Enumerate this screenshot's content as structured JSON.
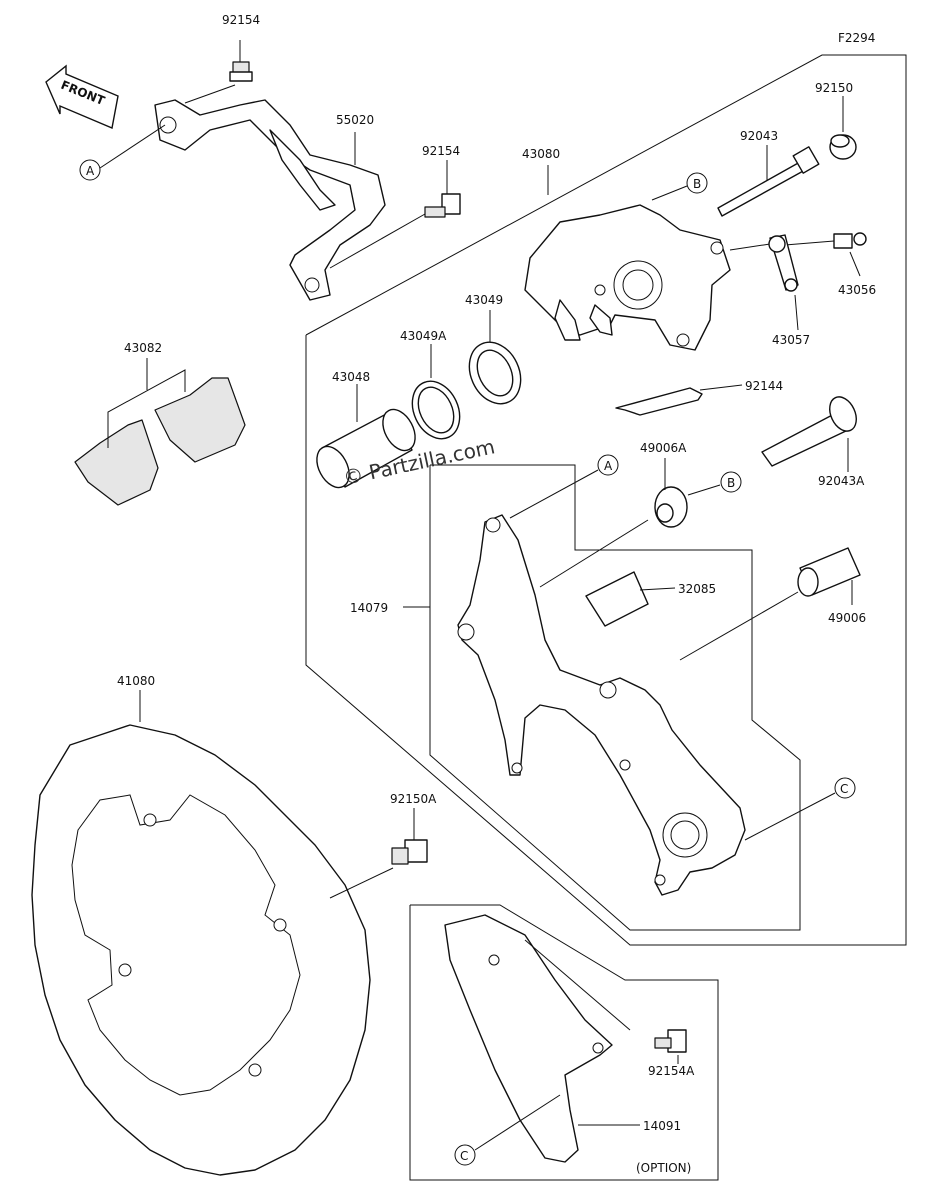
{
  "diagram_code": "F2294",
  "front_label": "FRONT",
  "watermark": "© Partzilla.com",
  "option_label": "(OPTION)",
  "ref_markers": {
    "a": "A",
    "b": "B",
    "c": "C"
  },
  "parts": {
    "p92154_top": "92154",
    "p55020": "55020",
    "p92154_mid": "92154",
    "p43080": "43080",
    "p92043": "92043",
    "p92150": "92150",
    "p43056": "43056",
    "p43057": "43057",
    "p43082": "43082",
    "p43049A": "43049A",
    "p43049": "43049",
    "p43048": "43048",
    "p92144": "92144",
    "p49006A": "49006A",
    "p92043A": "92043A",
    "p32085": "32085",
    "p14079": "14079",
    "p49006": "49006",
    "p41080": "41080",
    "p92150A": "92150A",
    "p92154A": "92154A",
    "p14091": "14091"
  }
}
